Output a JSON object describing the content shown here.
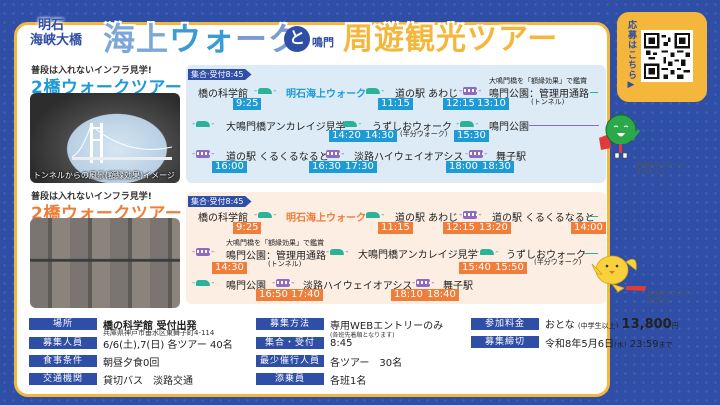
{
  "header": {
    "title_small_line1": "明石",
    "title_small_line2": "海峡大橋",
    "title_main_1": "海上",
    "title_main_2": "ウォ",
    "title_main_3": "ーク",
    "title_to": "と",
    "title_naruto": "鳴門",
    "title_tour": "周遊観光ツアー"
  },
  "apply": {
    "label": "応募はこちら▶",
    "qr_icon": "qr-code-icon"
  },
  "tour_a": {
    "subtitle": "普段は入れないインフラ見学!",
    "name": "2橋ウォークツアー A",
    "photo_caption": "トンネルからの風景(額縁効果)イメージ",
    "meet": "集合·受付8:45",
    "row1": {
      "stop1": "橋の科学館",
      "stop2": "明石海上ウォーク",
      "stop3": "道の駅 あわじ",
      "stop4_note": "大鳴門橋を「額縁効果」で鑑賞",
      "stop4": "鳴門公園：管理用通路",
      "stop4_sub": "(トンネル)",
      "times": [
        "9:25",
        "11:15",
        "12:15",
        "13:10"
      ]
    },
    "row2": {
      "stop1": "大鳴門橋アンカレイジ見学",
      "stop2": "うずしおウォーク",
      "stop2_sub": "(半分ウォーク)",
      "stop3": "鳴門公園",
      "times": [
        "14:20",
        "14:30",
        "15:30"
      ]
    },
    "row3": {
      "stop1": "道の駅 くるくるなると",
      "stop2": "淡路ハイウェイオアシス",
      "stop3": "舞子駅",
      "times": [
        "16:00",
        "16:30",
        "17:30",
        "18:00",
        "18:30"
      ]
    }
  },
  "tour_b": {
    "subtitle": "普段は入れないインフラ見学!",
    "name": "2橋ウォークツアー B",
    "meet": "集合·受付8:45",
    "row1": {
      "stop1": "橋の科学館",
      "stop2": "明石海上ウォーク",
      "stop3": "道の駅 あわじ",
      "stop4": "道の駅 くるくるなると",
      "times": [
        "9:25",
        "11:15",
        "12:15",
        "13:20",
        "14:00"
      ]
    },
    "row2": {
      "stop1_note": "大鳴門橋を「額縁効果」で鑑賞",
      "stop1": "鳴門公園：管理用通路",
      "stop1_sub": "(トンネル)",
      "stop2": "大鳴門橋アンカレイジ見学",
      "stop3": "うずしおウォーク",
      "stop3_sub": "(半分ウォーク)",
      "times": [
        "14:30",
        "15:40",
        "15:50"
      ]
    },
    "row3": {
      "stop1": "鳴門公園",
      "stop2": "淡路ハイウェイオアシス",
      "stop3": "舞子駅",
      "times": [
        "16:50",
        "17:40",
        "18:10",
        "18:40"
      ]
    }
  },
  "mascots": {
    "tokushima": "徳島県マスコット\nすだちくん",
    "tokushima_l1": "徳島県マスコット",
    "tokushima_l2": "すだちくん",
    "hyogo_l1": "兵庫県マスコット",
    "hyogo_l2": "はばタン"
  },
  "info": {
    "col1": [
      {
        "label": "場所",
        "value": "橋の科学館 受付出発",
        "sub": "兵庫県神戸市垂水区東舞子町4-114"
      },
      {
        "label": "募集人員",
        "value": "6/6(土),7(日) 各ツアー 40名"
      },
      {
        "label": "食事条件",
        "value": "朝昼夕食0回"
      },
      {
        "label": "交通機関",
        "value": "貸切バス　淡路交通"
      }
    ],
    "col2": [
      {
        "label": "募集方法",
        "value": "専用WEBエントリーのみ",
        "sub": "(各班先着順となります)"
      },
      {
        "label": "集合・受付",
        "value": "8:45"
      },
      {
        "label": "最少催行人員",
        "value": "各ツアー　30名"
      },
      {
        "label": "添乗員",
        "value": "各班1名"
      }
    ],
    "col3": [
      {
        "label": "参加料金",
        "value_prefix": "おとな",
        "value_note": "(中学生以上)",
        "price": "13,800",
        "unit": "円"
      },
      {
        "label": "募集締切",
        "value": "令和8年5月6日",
        "dow": "(水)",
        "time": "23:59",
        "suffix": "まで"
      }
    ]
  },
  "colors": {
    "navy": "#2f4ea6",
    "gold": "#f5b73b",
    "tour_a": "#1e9bd6",
    "tour_b": "#ef7e3a",
    "walk": "#2bb39a",
    "bus": "#8e6bbf"
  }
}
